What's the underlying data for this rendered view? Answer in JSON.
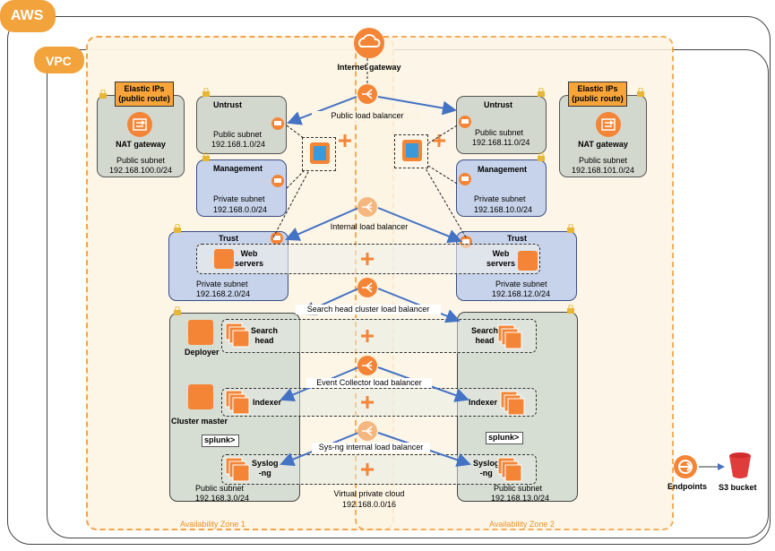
{
  "cloud": {
    "aws_label": "AWS",
    "vpc_label": "VPC"
  },
  "internet_gateway": {
    "label": "Internet gateway"
  },
  "load_balancers": {
    "public": "Public load balancer",
    "internal": "Internal load balancer",
    "search_head": "Search head cluster load balancer",
    "event_collector": "Event Collector load balancer",
    "syslog": "Sys-ng internal load balancer"
  },
  "zone1": {
    "label": "Availability Zone 1",
    "elastic_ips": "Elastic IPs\n(public route)",
    "nat": {
      "title": "NAT gateway",
      "subnet": "Public subnet",
      "cidr": "192.168.100.0/24"
    },
    "untrust": {
      "title": "Untrust",
      "subnet": "Public subnet",
      "cidr": "192.168.1.0/24"
    },
    "management": {
      "title": "Management",
      "subnet": "Private subnet",
      "cidr": "192.168.0.0/24"
    },
    "trust": {
      "title": "Trust",
      "web": "Web\nservers",
      "subnet": "Private subnet",
      "cidr": "192.168.2.0/24"
    },
    "splunk": {
      "search_head": "Search\nhead",
      "deployer": "Deployer",
      "indexer": "Indexer",
      "cluster_master": "Cluster master",
      "logo": "splunk>",
      "syslog": "Syslog\n-ng",
      "subnet": "Public subnet",
      "cidr": "192.168.3.0/24"
    }
  },
  "zone2": {
    "label": "Availability Zone 2",
    "elastic_ips": "Elastic IPs\n(public route)",
    "nat": {
      "title": "NAT gateway",
      "subnet": "Public subnet",
      "cidr": "192.168.101.0/24"
    },
    "untrust": {
      "title": "Untrust",
      "subnet": "Public subnet",
      "cidr": "192.168.11.0/24"
    },
    "management": {
      "title": "Management",
      "subnet": "Private subnet",
      "cidr": "192.168.10.0/24"
    },
    "trust": {
      "title": "Trust",
      "web": "Web\nservers",
      "subnet": "Private subnet",
      "cidr": "192.168.12.0/24"
    },
    "splunk": {
      "search_head": "Search\nhead",
      "indexer": "Indexer",
      "logo": "splunk>",
      "syslog": "Syslog\n-ng",
      "subnet": "Public subnet",
      "cidr": "192.168.13.0/24"
    }
  },
  "vpc_footer": {
    "title": "Virtual private cloud",
    "cidr": "192.168.0.0/16"
  },
  "endpoints": "Endpoints",
  "s3": "S3 bucket",
  "colors": {
    "orange": "#f58536",
    "aws_orange": "#e8a33c",
    "line_blue": "#4472c4"
  }
}
